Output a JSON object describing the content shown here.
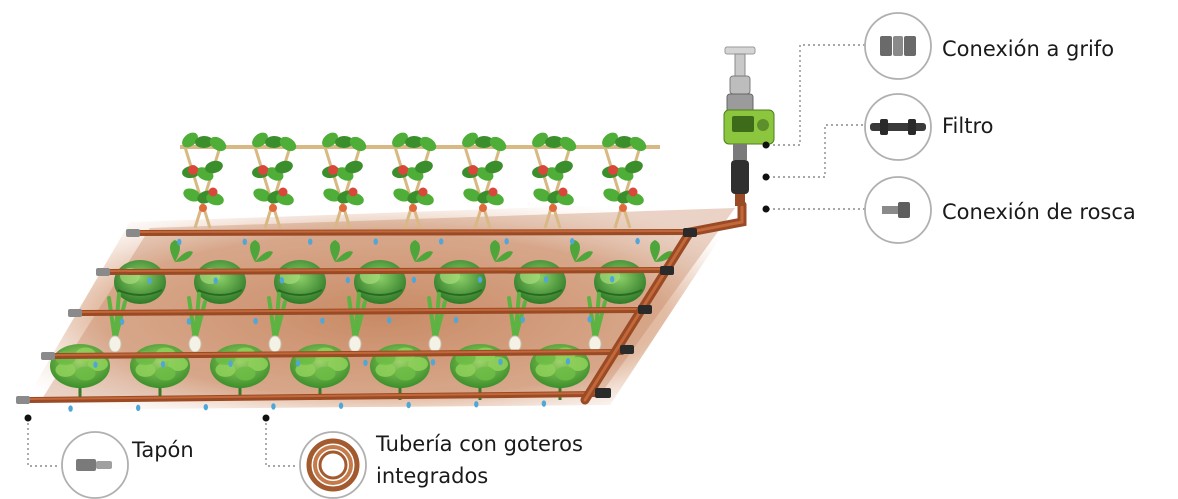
{
  "labels": {
    "faucet_connection": "Conexión a grifo",
    "filter": "Filtro",
    "thread_connection": "Conexión de rosca",
    "end_cap": "Tapón",
    "drip_tube": "Tubería con goteros integrados"
  },
  "icons": {
    "faucet_connection": "faucet-coupling-icon",
    "filter": "inline-filter-icon",
    "thread_connection": "threaded-fitting-icon",
    "end_cap": "end-cap-icon",
    "drip_tube": "tubing-coil-icon"
  },
  "colors": {
    "pipe": "#9a4a24",
    "soil": "#c98a63",
    "leaf": "#3e9a2f",
    "tomato": "#d9473a",
    "timer": "#8cc63f",
    "drop": "#4ea6d9"
  }
}
